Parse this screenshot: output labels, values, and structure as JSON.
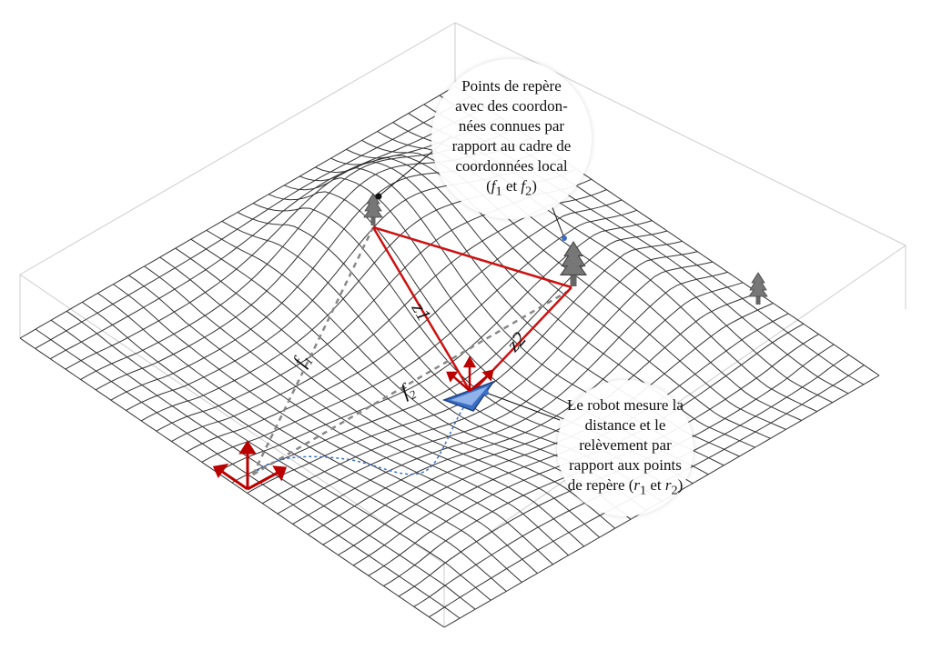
{
  "callout_landmarks": {
    "line1": "Points de repère",
    "line2": "avec des coordon-",
    "line3": "nées connues par",
    "line4": "rapport au cadre de",
    "line5": "coordonnées local",
    "line6_pre": "(",
    "f1": "f",
    "sub1": "1",
    "et": " et ",
    "f2": "f",
    "sub2": "2",
    "close": ")"
  },
  "callout_robot": {
    "line1": "Le robot mesure la",
    "line2": "distance et le",
    "line3": "relèvement par",
    "line4": "rapport aux points",
    "line5_pre": "de repère (",
    "r1": "r",
    "sub1": "1",
    "et": " et ",
    "r2": "r",
    "sub2": "2",
    "close": ")"
  },
  "labels": {
    "z1": "z1",
    "z2": "z2",
    "f1": "f",
    "f1_sub": "1",
    "f2": "f",
    "f2_sub": "2"
  },
  "colors": {
    "measurement": "#cc1111",
    "robot": "#3a6fc4",
    "tree": "#666666",
    "grid": "#333333"
  }
}
